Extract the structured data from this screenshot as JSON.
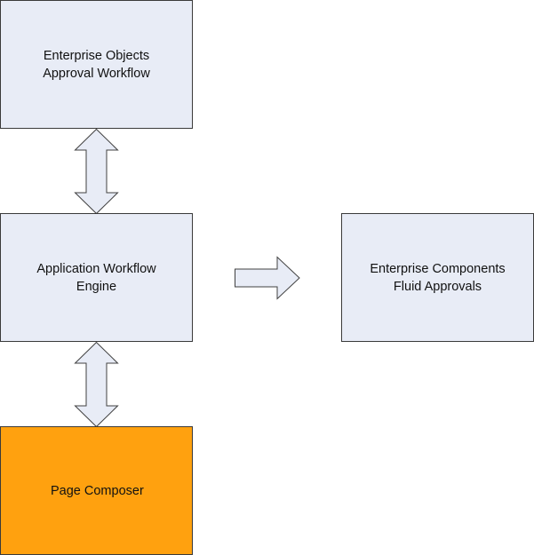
{
  "nodes": {
    "enterprise_objects": {
      "line1": "Enterprise Objects",
      "line2": "Approval Workflow"
    },
    "application_workflow": {
      "line1": "Application Workflow",
      "line2": "Engine"
    },
    "enterprise_components": {
      "line1": "Enterprise Components",
      "line2": "Fluid Approvals"
    },
    "page_composer": {
      "line1": "Page Composer"
    }
  },
  "colors": {
    "box_fill": "#e8ecf6",
    "highlight_fill": "#ffa10f",
    "border": "#3a3a3a"
  },
  "connectors": [
    {
      "from": "enterprise_objects",
      "to": "application_workflow",
      "type": "bidirectional"
    },
    {
      "from": "application_workflow",
      "to": "page_composer",
      "type": "bidirectional"
    },
    {
      "from": "application_workflow",
      "to": "enterprise_components",
      "type": "unidirectional"
    }
  ]
}
